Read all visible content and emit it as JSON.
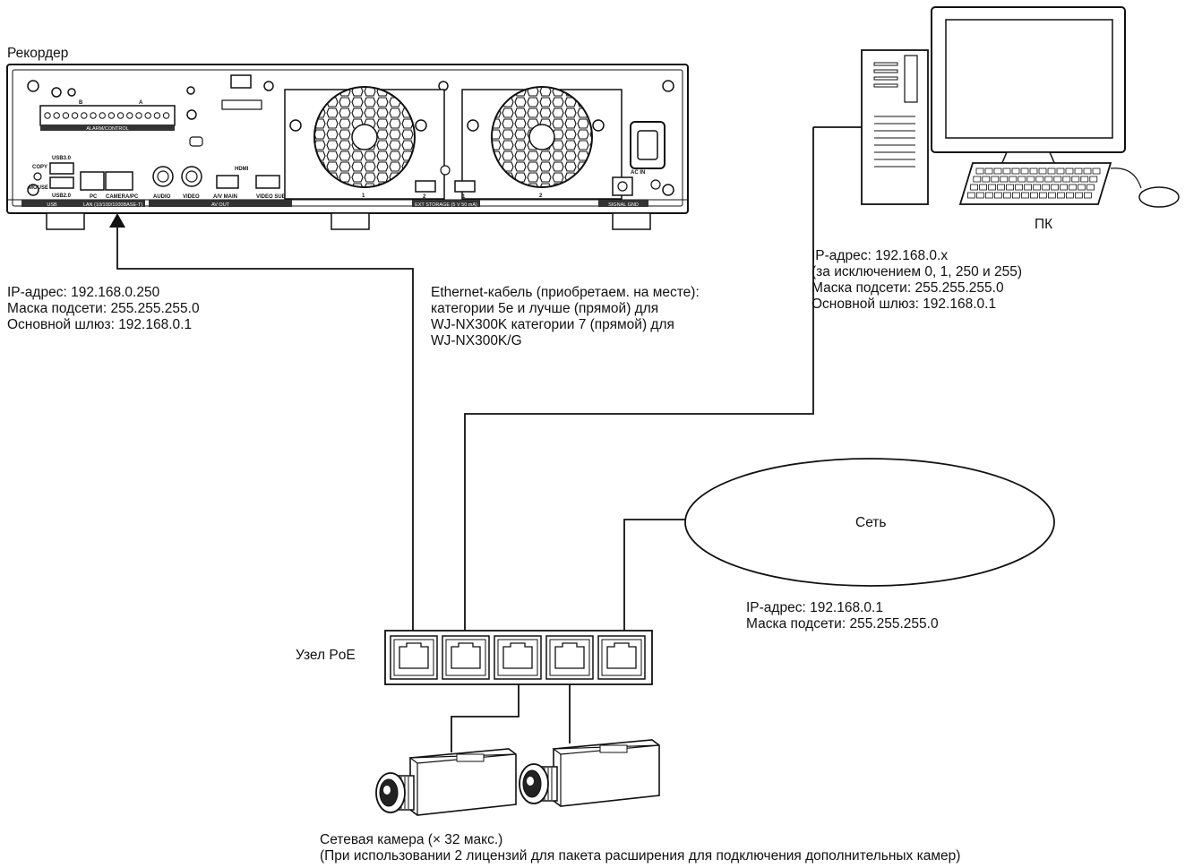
{
  "recorder": {
    "title": "Рекордер",
    "panel": {
      "alarm_control": "ALARM/CONTROL",
      "terminal_b": "B",
      "terminal_a": "A",
      "usb30": "USB3.0",
      "usb20": "USB2.0",
      "copy": "COPY",
      "mouse": "MOUSE",
      "usb": "USB",
      "pc": "PC",
      "camera_pc": "CAMERA/PC",
      "lan": "LAN (10/100/1000BASE-T)",
      "audio": "AUDIO",
      "video": "VIDEO",
      "hdmi": "HDMI",
      "av_main": "A/V MAIN",
      "video_sub": "VIDEO SUB",
      "av_out": "AV OUT",
      "fan1": "1",
      "fan2": "2",
      "ext_storage": "EXT STORAGE (5 V 50 mA)",
      "port2": "2",
      "port1": "1",
      "ac_in": "AC IN",
      "signal_gnd": "SIGNAL GND"
    },
    "ip_lines": [
      "IP-адрес: 192.168.0.250",
      "Маска подсети: 255.255.255.0",
      "Основной шлюз: 192.168.0.1"
    ]
  },
  "cable": {
    "lines": [
      "Ethernet-кабель (приобретаем. на месте):",
      "категории 5e и лучше (прямой) для",
      "WJ-NX300K категории 7 (прямой) для",
      "WJ-NX300K/G"
    ]
  },
  "pc": {
    "title": "ПК",
    "ip_lines": [
      "IP-адрес: 192.168.0.x",
      "(за исключением 0, 1, 250 и 255)",
      "Маска подсети: 255.255.255.0",
      "Основной шлюз: 192.168.0.1"
    ]
  },
  "network": {
    "title": "Сеть",
    "ip_lines": [
      "IP-адрес: 192.168.0.1",
      "Маска подсети: 255.255.255.0"
    ]
  },
  "hub": {
    "title": "Узел PoE",
    "port_count": 5
  },
  "camera": {
    "lines": [
      "Сетевая камера (× 32 макс.)",
      "(При использовании 2 лицензий для пакета расширения для подключения дополнительных камер)"
    ]
  }
}
